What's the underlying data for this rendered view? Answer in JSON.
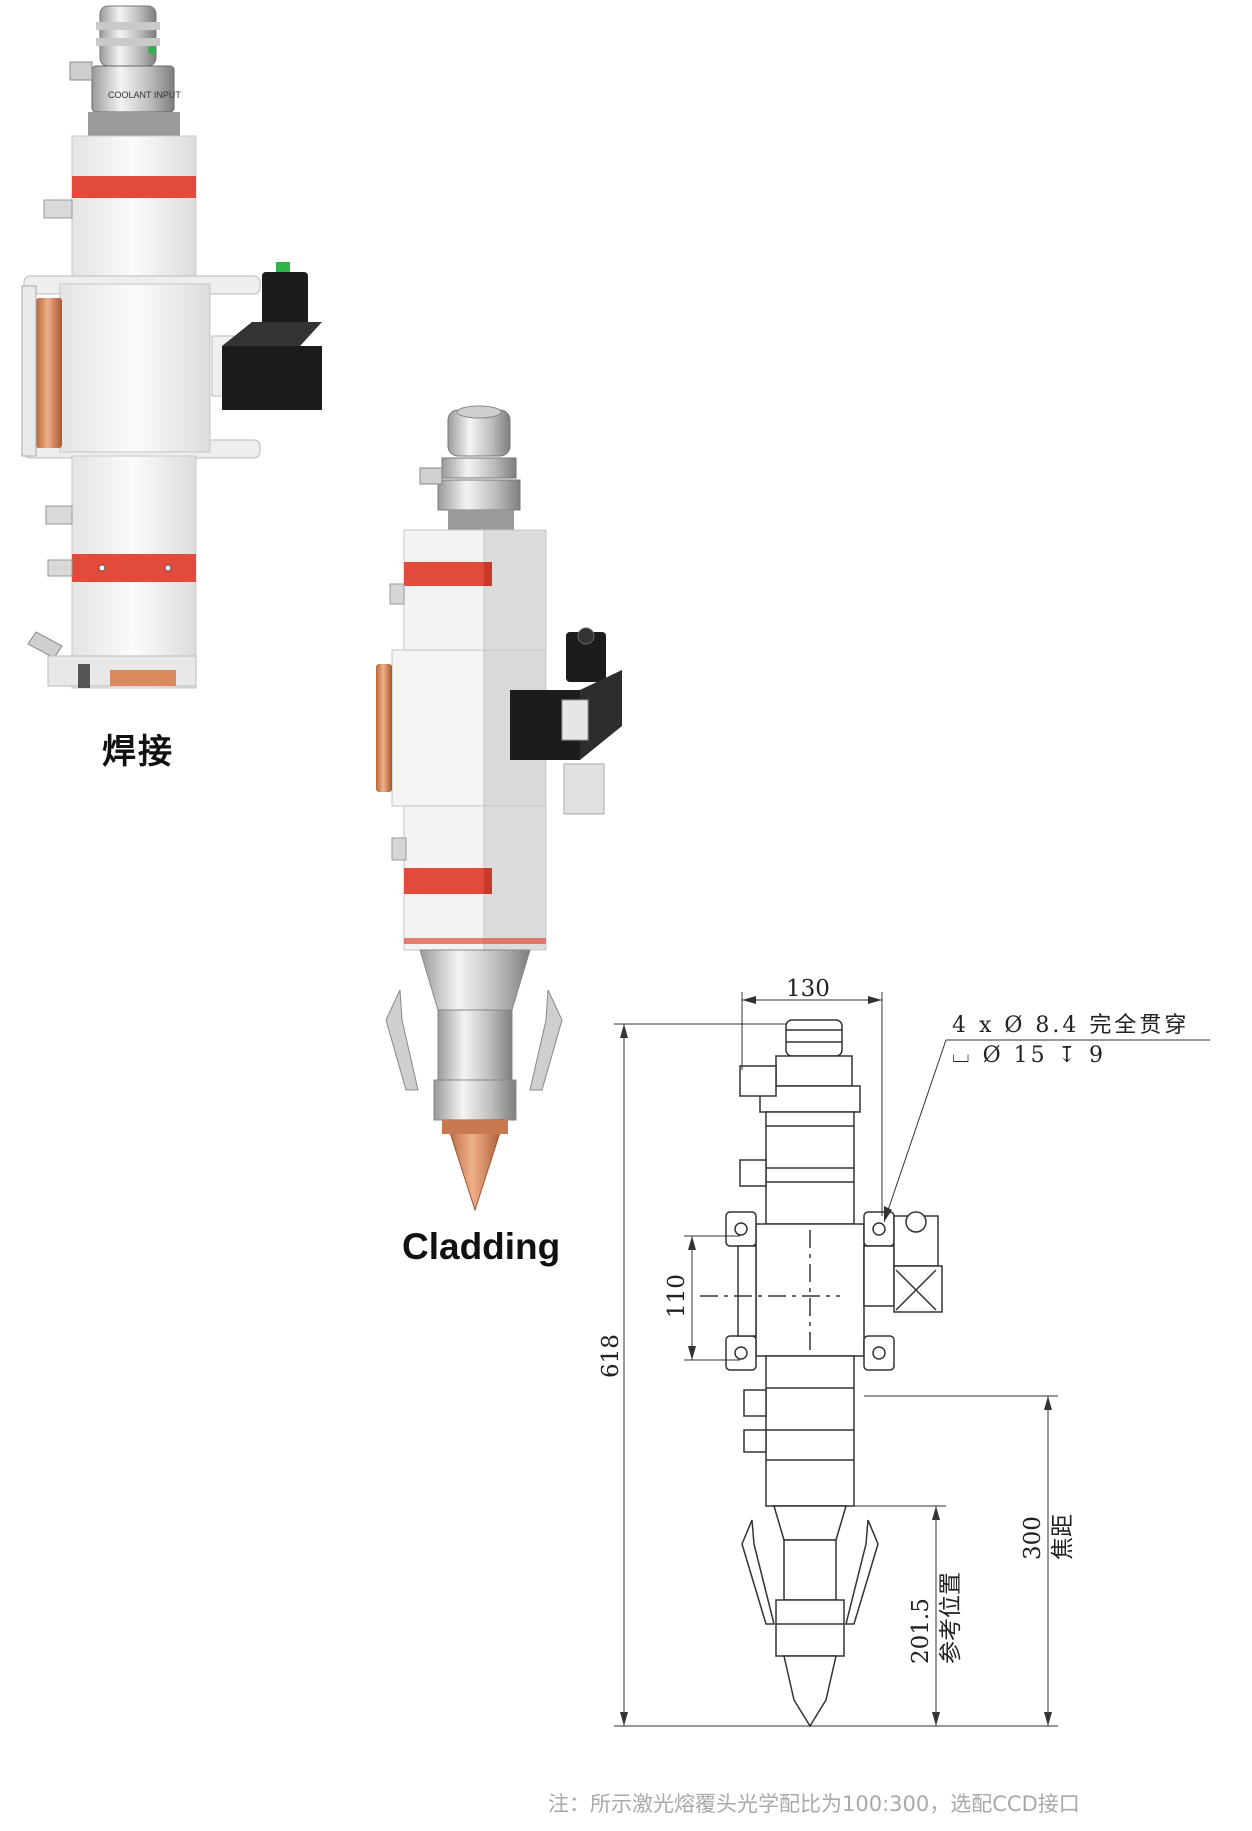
{
  "captions": {
    "welding": "焊接",
    "cladding": "Cladding"
  },
  "head_label": "COOLANT INPUT",
  "drawing": {
    "width_dim": "130",
    "height_dim": "618",
    "mount_dim": "110",
    "focal_dim": "300",
    "focal_label": "焦距",
    "reference_dim": "201.5",
    "reference_label": "参考位置",
    "hole_spec_line1": "4 x Ø 8.4 完全贯穿",
    "hole_spec_line2": "⌴ Ø 15 ↧ 9"
  },
  "note": "注：所示激光熔覆头光学配比为100:300，选配CCD接口",
  "colors": {
    "accent_red": "#e24a3b",
    "copper": "#d98b5f",
    "body_white": "#f2f2f2",
    "module_black": "#1c1c1c",
    "note_gray": "#a9a9a9"
  }
}
